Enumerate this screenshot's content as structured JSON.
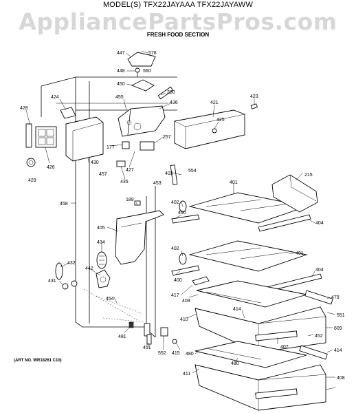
{
  "header": {
    "models": "MODEL(S) TFX22JAYAAA  TFX22JAYAWW",
    "section": "FRESH FOOD SECTION",
    "watermark": "AppliancePartsPros.com",
    "art_no": "(ART NO. WR18261 C10)"
  },
  "parts": [
    "447",
    "578",
    "448",
    "560",
    "450",
    "280",
    "424",
    "455",
    "436",
    "421",
    "423",
    "428",
    "425",
    "426",
    "430",
    "177",
    "257",
    "427",
    "435",
    "403",
    "554",
    "429",
    "457",
    "453",
    "215",
    "401",
    "458",
    "189",
    "402",
    "400",
    "404",
    "405",
    "434",
    "432",
    "442",
    "431",
    "401",
    "402",
    "400",
    "404",
    "417",
    "409",
    "479",
    "454",
    "414",
    "551",
    "410",
    "609",
    "481",
    "407",
    "452",
    "451",
    "552",
    "415",
    "480",
    "414",
    "480",
    "411",
    "408"
  ]
}
